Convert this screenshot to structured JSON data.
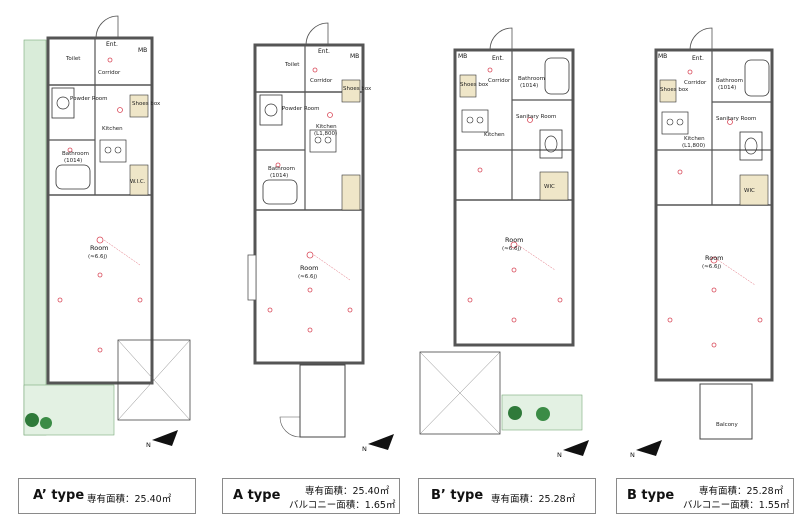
{
  "plans": [
    {
      "id": "a-prime",
      "rooms": {
        "toilet": "Toilet",
        "corridor": "Corridor",
        "powder": "Powder Room",
        "kitchen": "Kitchen",
        "bathroom": "Bathroom",
        "bathroom_size": "(1014)",
        "room": "Room",
        "room_size": "(≈6.6j)",
        "ent": "Ent.",
        "mb": "MB",
        "shoes": "Shoes box",
        "wic": "W.I.C."
      },
      "caption": {
        "type": "A’ type",
        "lines": [
          "専有面積：25.40㎡"
        ]
      }
    },
    {
      "id": "a",
      "rooms": {
        "toilet": "Toilet",
        "corridor": "Corridor",
        "powder": "Powder Room",
        "kitchen": "Kitchen",
        "kitchen_size": "(L1,800)",
        "bathroom": "Bathroom",
        "bathroom_size": "(1014)",
        "room": "Room",
        "room_size": "(≈6.6j)",
        "ent": "Ent.",
        "mb": "MB",
        "shoes": "Shoes box"
      },
      "caption": {
        "type": "A type",
        "lines": [
          "専有面積：25.40㎡",
          "バルコニー面積：1.65㎡"
        ]
      }
    },
    {
      "id": "b-prime",
      "rooms": {
        "corridor": "Corridor",
        "bathroom": "Bathroom",
        "bathroom_size": "(1014)",
        "sanitary": "Sanitary Room",
        "kitchen": "Kitchen",
        "room": "Room",
        "room_size": "(≈6.6j)",
        "ent": "Ent.",
        "mb": "MB",
        "shoes": "Shoes box",
        "wic": "WIC"
      },
      "caption": {
        "type": "B’ type",
        "lines": [
          "専有面積：25.28㎡"
        ]
      }
    },
    {
      "id": "b",
      "rooms": {
        "corridor": "Corridor",
        "bathroom": "Bathroom",
        "bathroom_size": "(1014)",
        "sanitary": "Sanitary Room",
        "kitchen": "Kitchen",
        "kitchen_size": "(L1,800)",
        "room": "Room",
        "room_size": "(≈6.6j)",
        "ent": "Ent.",
        "mb": "MB",
        "shoes": "Shoes box",
        "wic": "WIC",
        "balcony": "Balcony"
      },
      "caption": {
        "type": "B type",
        "lines": [
          "専有面積：25.28㎡",
          "バルコニー面積：1.55㎡"
        ]
      }
    }
  ],
  "colors": {
    "wall": "#555555",
    "fixture": "#d94a5a",
    "green": "#2f7a3a",
    "caption_border": "#8a8a8a",
    "cabinet": "#efe6c8"
  }
}
